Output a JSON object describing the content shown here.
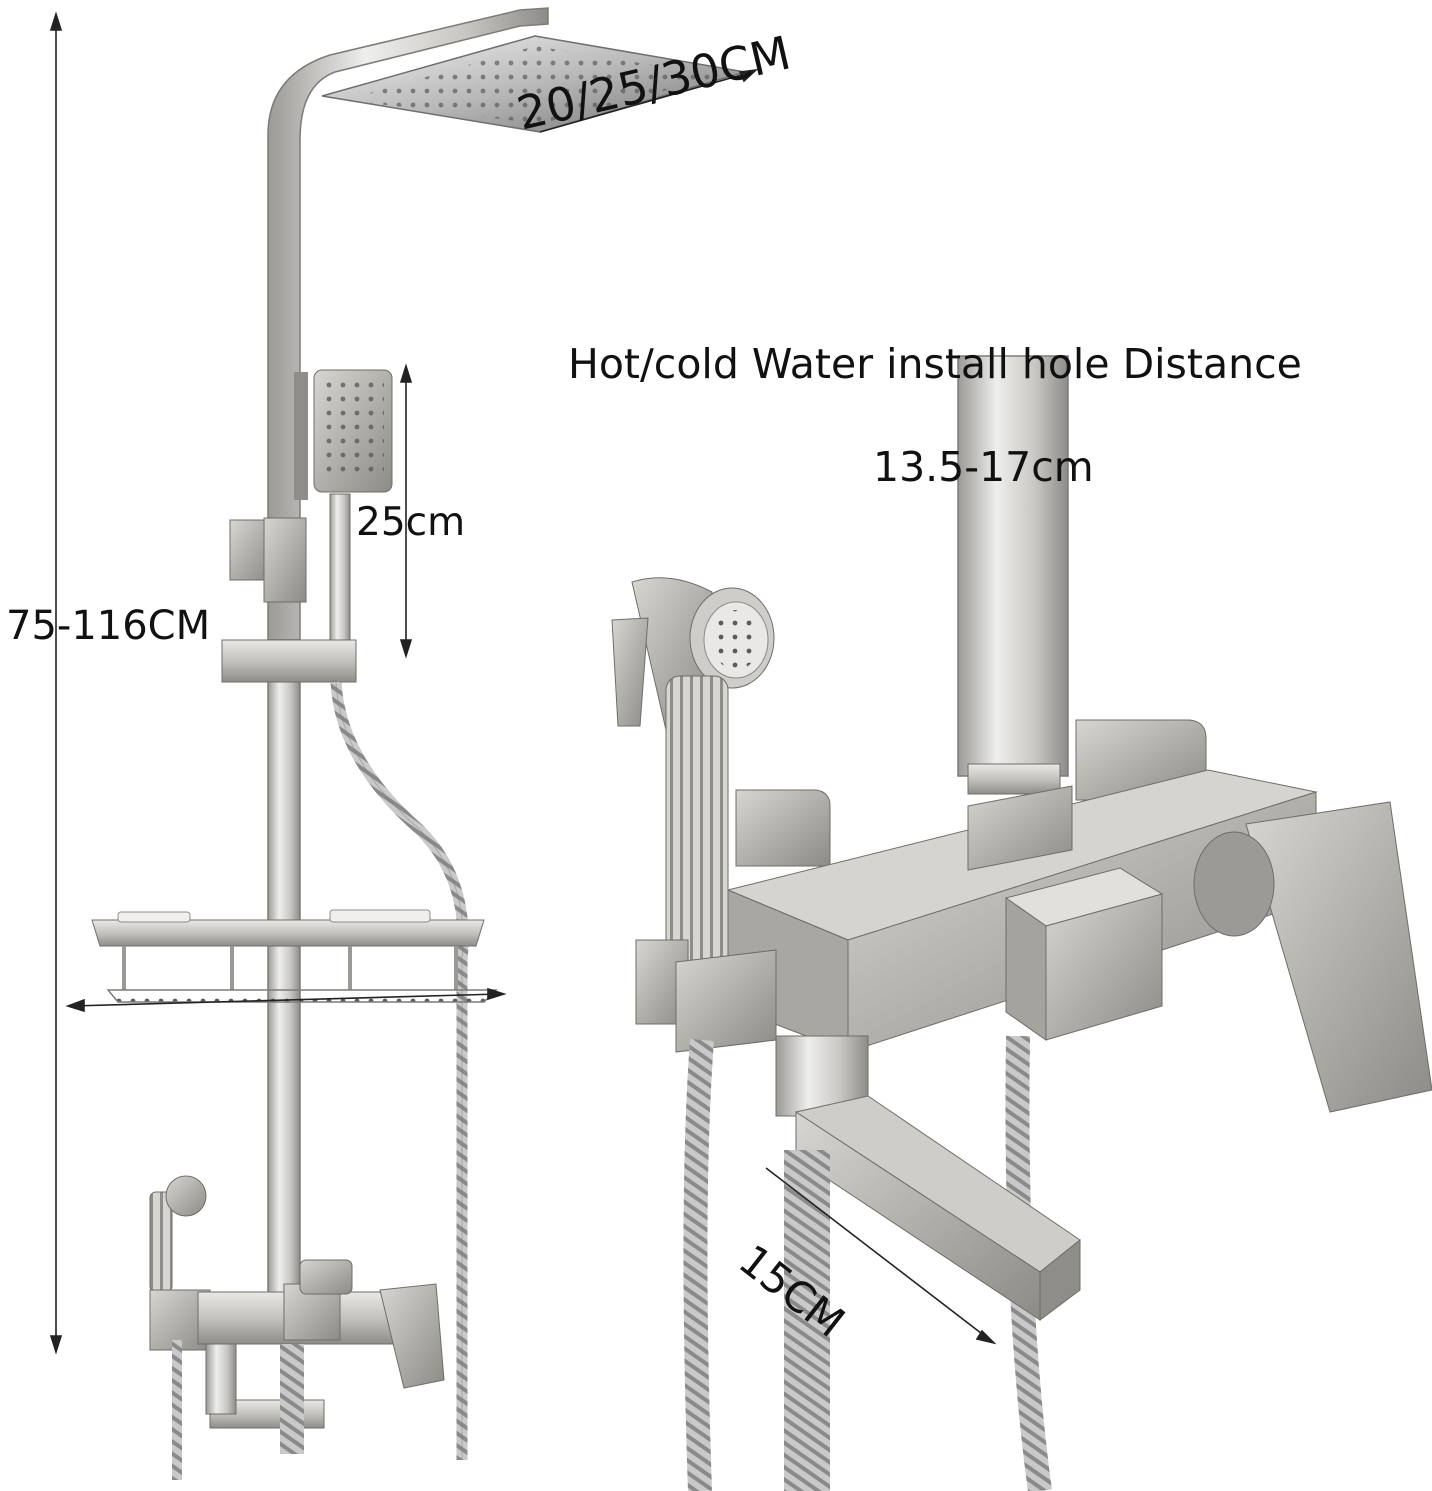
{
  "labels": {
    "head_size": "20/25/30CM",
    "total_height": "75-116CM",
    "handheld_length": "25cm",
    "hole_distance_title": "Hot/cold Water install hole Distance",
    "hole_distance_value": "13.5-17cm",
    "spout_length": "15CM"
  },
  "colors": {
    "metal_light": "#e4e4e4",
    "metal_mid": "#b8b6b2",
    "metal_dark": "#7a7875",
    "dimension_line": "#222222",
    "text": "#111111"
  }
}
